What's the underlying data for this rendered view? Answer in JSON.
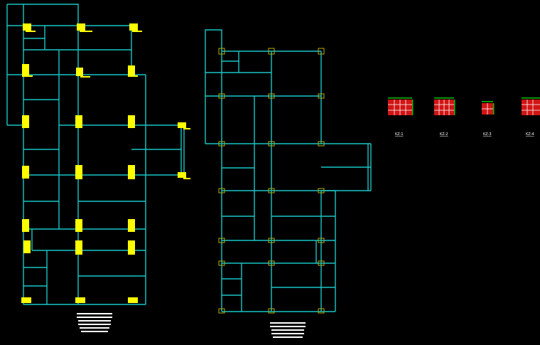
{
  "app": {
    "background": "#000000",
    "line_color": "#19c6c6",
    "column_color": "#ffff00",
    "detail_color": "#d11414"
  },
  "details": [
    {
      "label": "KZ-1"
    },
    {
      "label": "KZ-2"
    },
    {
      "label": "KZ-3"
    },
    {
      "label": "KZ-4"
    }
  ]
}
